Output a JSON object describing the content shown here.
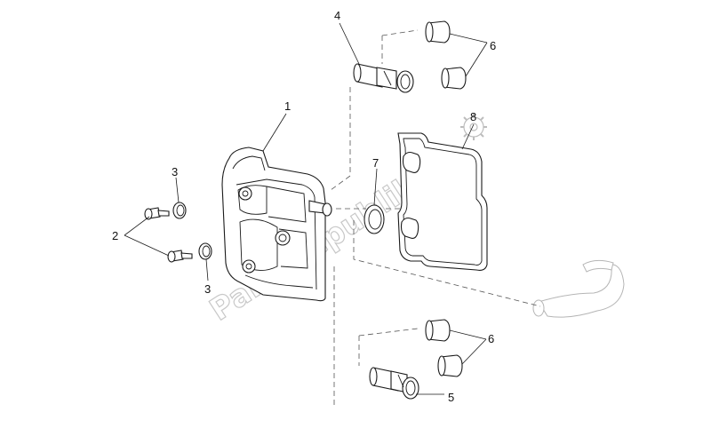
{
  "watermark": "PartsRepublik",
  "callouts": {
    "c1": "1",
    "c2": "2",
    "c3a": "3",
    "c3b": "3",
    "c4": "4",
    "c5": "5",
    "c6a": "6",
    "c6b": "6",
    "c7": "7",
    "c8": "8"
  }
}
